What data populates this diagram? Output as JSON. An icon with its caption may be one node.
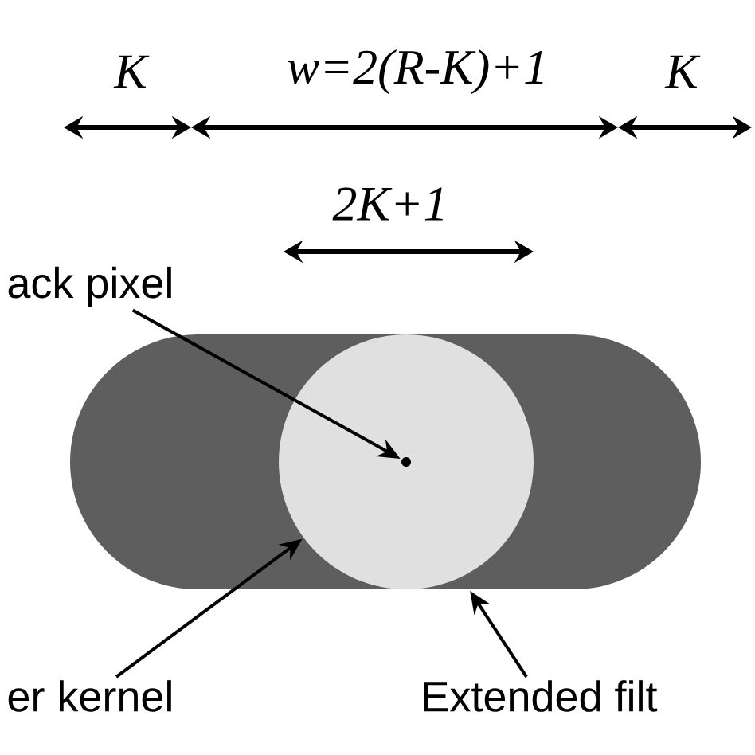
{
  "diagram": {
    "nodes": [
      {
        "text": [
          "ack pixel"
        ]
      },
      {
        "text": [],
        "shape": "box"
      },
      {
        "text": [],
        "shape": "circle",
        "in": 1
      },
      {
        "text": [],
        "shape": "circle",
        "in": 2
      },
      {
        "text": [
          "er kernel"
        ]
      },
      {
        "text": [
          "Extended filt"
        ]
      }
    ],
    "edges": [
      {
        "from": 0,
        "to": 3,
        "arrow": "to"
      },
      {
        "from": 4,
        "to": 2,
        "arrow": "to"
      },
      {
        "from": 5,
        "to": 1,
        "arrow": "to"
      }
    ],
    "labels": [
      "K",
      "w=2(R-K)+1",
      "K",
      "2K+1"
    ]
  }
}
